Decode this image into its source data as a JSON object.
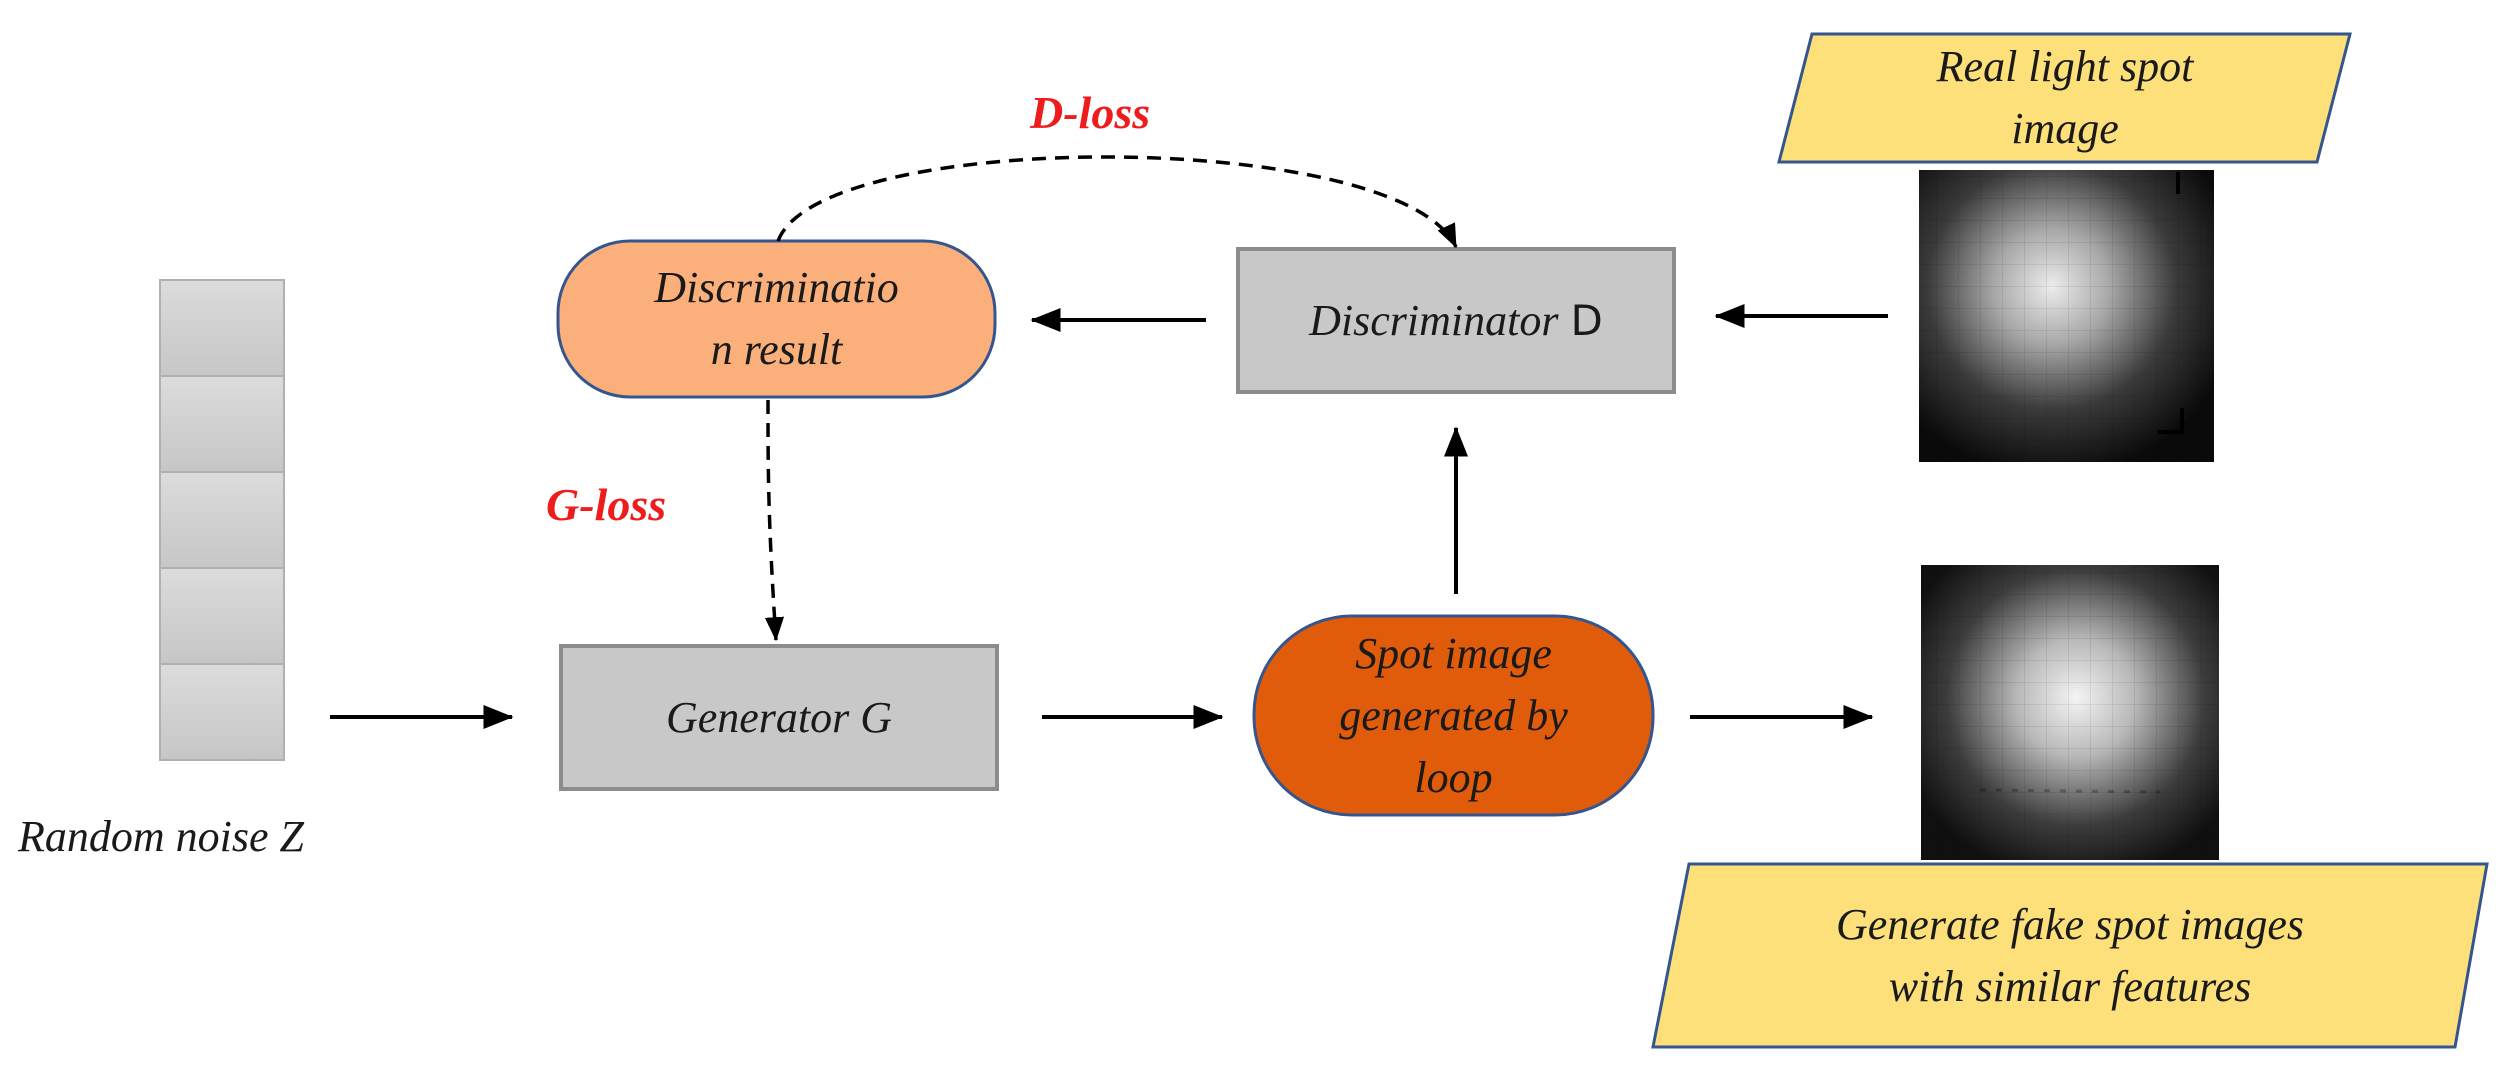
{
  "labels": {
    "d_loss": "D-loss",
    "g_loss": "G-loss",
    "discrimination_result": "Discriminatio\nn result",
    "discriminator": "Discriminator",
    "discriminator_letter": "D",
    "generator": "Generator G",
    "spot_generated": "Spot image\ngenerated by\nloop",
    "real_spot_image": "Real light spot\nimage",
    "fake_spot_images": "Generate fake spot images\nwith similar features",
    "random_noise": "Random noise Z"
  },
  "colors": {
    "gray_box": "#c8c8c8",
    "gray_border": "#8c8c8c",
    "discrimination_fill": "#fbb07c",
    "spot_fill": "#e05c0a",
    "shape_border": "#35558e",
    "banner_fill": "#fde07a",
    "loss_text": "#ee1c1c"
  },
  "noise_vector": {
    "cells": 5
  },
  "icons": {
    "arrow": "arrow-icon",
    "dashed_arrow": "dashed-arrow-icon"
  }
}
